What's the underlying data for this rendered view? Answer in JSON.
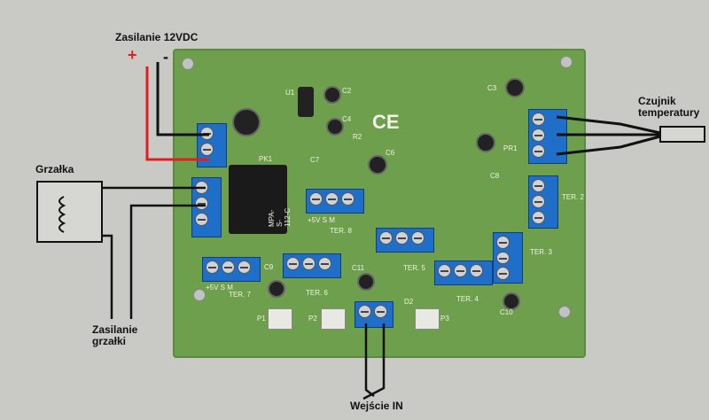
{
  "labels": {
    "power": "Zasilanie 12VDC",
    "plus": "+",
    "minus": "-",
    "heater": "Grzałka",
    "heater_power_line1": "Zasilanie",
    "heater_power_line2": "grzałki",
    "input": "Wejście IN",
    "sensor_line1": "Czujnik",
    "sensor_line2": "temperatury"
  },
  "board": {
    "ce": "CE",
    "relay": "MPA-S-112-C",
    "terminals": [
      "TER. 8",
      "TER. 7",
      "TER. 6",
      "TER. 5",
      "TER. 4",
      "TER. 3",
      "TER. 2"
    ],
    "pins": "+5V  S  M",
    "buttons": [
      "P1",
      "P2",
      "P3"
    ],
    "components": [
      "U1",
      "C2",
      "C4",
      "R2",
      "C3",
      "C6",
      "C7",
      "C8",
      "C9",
      "C10",
      "C11",
      "D2",
      "PK1",
      "PR1"
    ]
  },
  "colors": {
    "board": "#6d9f4c",
    "terminal": "#1f6fc9",
    "plus_wire": "#e02020"
  }
}
